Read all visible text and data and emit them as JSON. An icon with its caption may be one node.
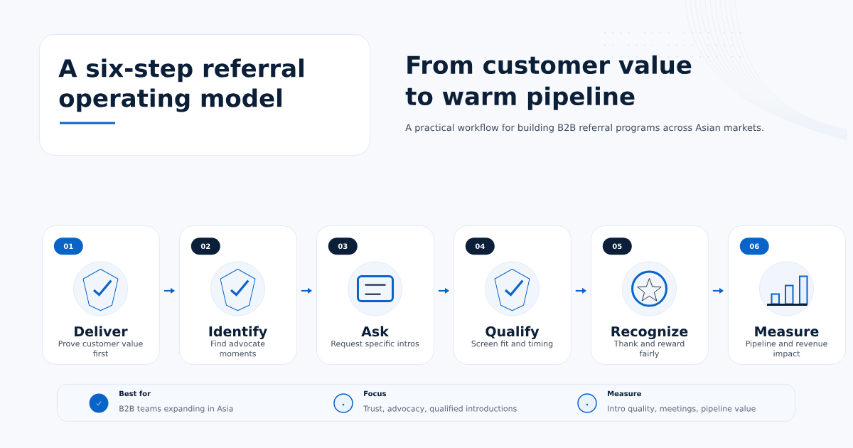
{
  "diagram": {
    "title": "From customer value to warm pipeline",
    "nodes": [
      {
        "text": [
          "A six-step referral operating model"
        ]
      },
      {
        "text": [
          "01",
          "Deliver",
          "Prove customer value first"
        ]
      },
      {
        "text": [
          "02",
          "Identify",
          "Find advocate moments"
        ]
      },
      {
        "text": [
          "03",
          "Ask",
          "Request specific intros"
        ]
      },
      {
        "text": [
          "04",
          "Qualify",
          "Screen fit and timing"
        ]
      },
      {
        "text": [
          "05",
          "Recognize",
          "Thank and reward fairly"
        ]
      },
      {
        "text": [
          "06",
          "Measure",
          "Pipeline and revenue impact"
        ]
      },
      {
        "text": [
          "Best for",
          "B2B teams expanding in Asia",
          "Focus",
          "Trust, advocacy, qualified introductions",
          "Measure",
          "Intro quality, meetings, pipeline value"
        ]
      }
    ],
    "edges": [
      {
        "from": 1,
        "to": 2,
        "arrow": "to"
      },
      {
        "from": 2,
        "to": 3,
        "arrow": "to"
      },
      {
        "from": 3,
        "to": 4,
        "arrow": "to"
      },
      {
        "from": 4,
        "to": 5,
        "arrow": "to"
      },
      {
        "from": 5,
        "to": 6,
        "arrow": "to"
      }
    ],
    "labels": [
      "A practical workflow for building B2B referral programs across Asian markets."
    ]
  }
}
